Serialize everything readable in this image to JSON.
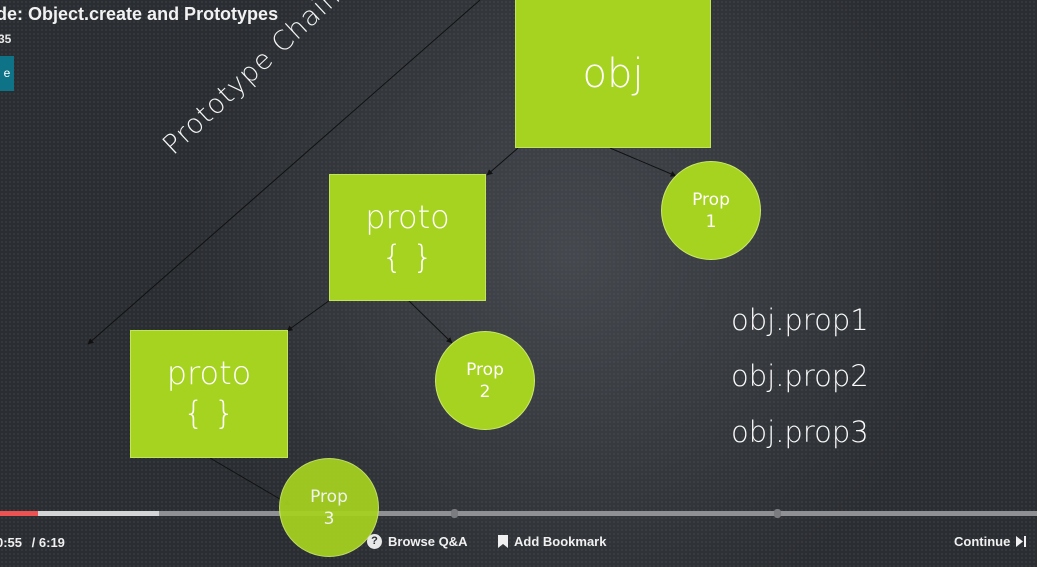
{
  "header": {
    "title": "de: Object.create and Prototypes",
    "subtitle": "35",
    "resources_label": "e"
  },
  "slide": {
    "chain_label": "Prototype Chain",
    "obj_box": "obj",
    "proto1_line1": "proto",
    "proto1_line2": "{ }",
    "proto2_line1": "proto",
    "proto2_line2": "{ }",
    "prop1_line1": "Prop",
    "prop1_line2": "1",
    "prop2_line1": "Prop",
    "prop2_line2": "2",
    "prop3_line1": "Prop",
    "prop3_line2": "3",
    "code_lines": [
      "obj.prop1",
      "obj.prop2",
      "obj.prop3"
    ],
    "accent_color": "#a6d31f"
  },
  "player": {
    "current_time": "0:55",
    "duration": "/ 6:19",
    "played_fraction": 0.145,
    "buffered_fraction": 0.153,
    "browse_qa_label": "Browse Q&A",
    "add_bookmark_label": "Add Bookmark",
    "continue_label": "Continue",
    "progress_color": "#ec5252"
  }
}
